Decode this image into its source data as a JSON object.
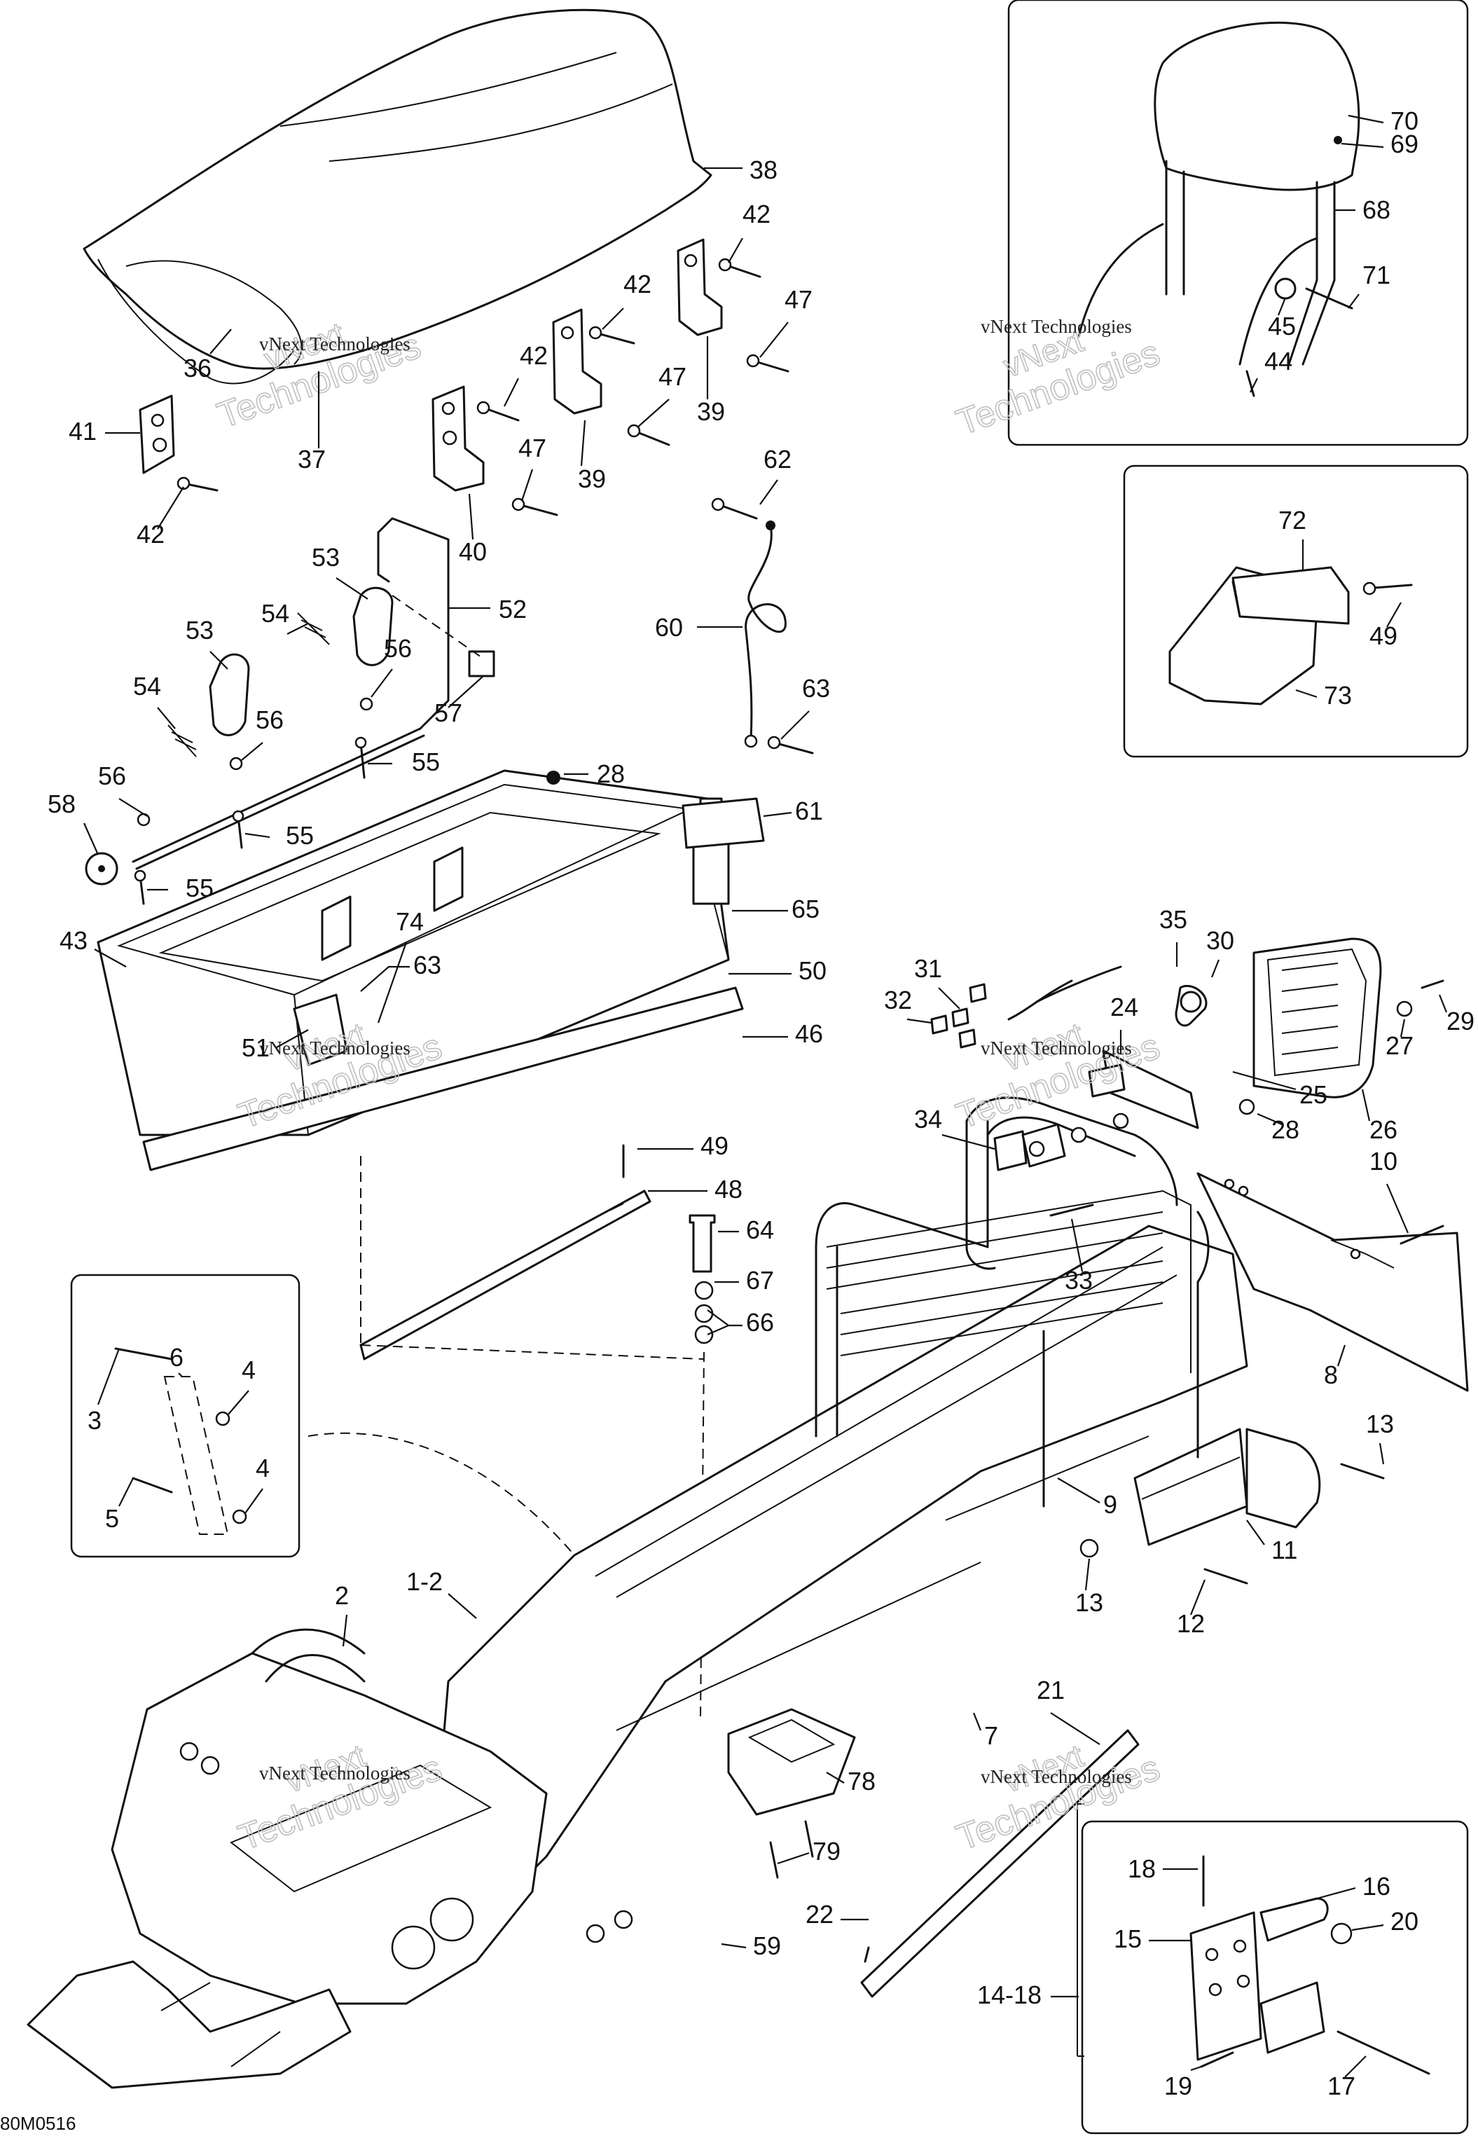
{
  "diagram": {
    "drawing_code": "80M0516",
    "watermark": {
      "line1": "vNext",
      "line2": "Technologies",
      "small": "vNext Technologies"
    },
    "callouts": [
      {
        "id": "38",
        "text": "38"
      },
      {
        "id": "36",
        "text": "36"
      },
      {
        "id": "37",
        "text": "37"
      },
      {
        "id": "41",
        "text": "41"
      },
      {
        "id": "42a",
        "text": "42"
      },
      {
        "id": "42b",
        "text": "42"
      },
      {
        "id": "42c",
        "text": "42"
      },
      {
        "id": "42d",
        "text": "42"
      },
      {
        "id": "47a",
        "text": "47"
      },
      {
        "id": "47b",
        "text": "47"
      },
      {
        "id": "47c",
        "text": "47"
      },
      {
        "id": "39a",
        "text": "39"
      },
      {
        "id": "39b",
        "text": "39"
      },
      {
        "id": "40",
        "text": "40"
      },
      {
        "id": "62",
        "text": "62"
      },
      {
        "id": "60",
        "text": "60"
      },
      {
        "id": "63a",
        "text": "63"
      },
      {
        "id": "53a",
        "text": "53"
      },
      {
        "id": "53b",
        "text": "53"
      },
      {
        "id": "52",
        "text": "52"
      },
      {
        "id": "54a",
        "text": "54"
      },
      {
        "id": "54b",
        "text": "54"
      },
      {
        "id": "56a",
        "text": "56"
      },
      {
        "id": "56b",
        "text": "56"
      },
      {
        "id": "56c",
        "text": "56"
      },
      {
        "id": "57",
        "text": "57"
      },
      {
        "id": "55a",
        "text": "55"
      },
      {
        "id": "55b",
        "text": "55"
      },
      {
        "id": "55c",
        "text": "55"
      },
      {
        "id": "58",
        "text": "58"
      },
      {
        "id": "28a",
        "text": "28"
      },
      {
        "id": "61",
        "text": "61"
      },
      {
        "id": "65",
        "text": "65"
      },
      {
        "id": "43",
        "text": "43"
      },
      {
        "id": "74",
        "text": "74"
      },
      {
        "id": "63b",
        "text": "63"
      },
      {
        "id": "50",
        "text": "50"
      },
      {
        "id": "51",
        "text": "51"
      },
      {
        "id": "46",
        "text": "46"
      },
      {
        "id": "49a",
        "text": "49"
      },
      {
        "id": "48",
        "text": "48"
      },
      {
        "id": "64",
        "text": "64"
      },
      {
        "id": "67",
        "text": "67"
      },
      {
        "id": "66",
        "text": "66"
      },
      {
        "id": "3",
        "text": "3"
      },
      {
        "id": "6",
        "text": "6"
      },
      {
        "id": "4a",
        "text": "4"
      },
      {
        "id": "4b",
        "text": "4"
      },
      {
        "id": "5",
        "text": "5"
      },
      {
        "id": "2",
        "text": "2"
      },
      {
        "id": "1-2",
        "text": "1-2"
      },
      {
        "id": "70",
        "text": "70"
      },
      {
        "id": "69",
        "text": "69"
      },
      {
        "id": "68",
        "text": "68"
      },
      {
        "id": "71",
        "text": "71"
      },
      {
        "id": "45",
        "text": "45"
      },
      {
        "id": "44",
        "text": "44"
      },
      {
        "id": "72",
        "text": "72"
      },
      {
        "id": "49b",
        "text": "49"
      },
      {
        "id": "73",
        "text": "73"
      },
      {
        "id": "35",
        "text": "35"
      },
      {
        "id": "30",
        "text": "30"
      },
      {
        "id": "31",
        "text": "31"
      },
      {
        "id": "32",
        "text": "32"
      },
      {
        "id": "24",
        "text": "24"
      },
      {
        "id": "29",
        "text": "29"
      },
      {
        "id": "27",
        "text": "27"
      },
      {
        "id": "25",
        "text": "25"
      },
      {
        "id": "26",
        "text": "26"
      },
      {
        "id": "28b",
        "text": "28"
      },
      {
        "id": "34",
        "text": "34"
      },
      {
        "id": "33",
        "text": "33"
      },
      {
        "id": "10",
        "text": "10"
      },
      {
        "id": "8",
        "text": "8"
      },
      {
        "id": "13a",
        "text": "13"
      },
      {
        "id": "9",
        "text": "9"
      },
      {
        "id": "11",
        "text": "11"
      },
      {
        "id": "13b",
        "text": "13"
      },
      {
        "id": "12",
        "text": "12"
      },
      {
        "id": "21",
        "text": "21"
      },
      {
        "id": "7",
        "text": "7"
      },
      {
        "id": "78",
        "text": "78"
      },
      {
        "id": "79",
        "text": "79"
      },
      {
        "id": "22",
        "text": "22"
      },
      {
        "id": "59",
        "text": "59"
      },
      {
        "id": "18",
        "text": "18"
      },
      {
        "id": "16",
        "text": "16"
      },
      {
        "id": "15",
        "text": "15"
      },
      {
        "id": "20",
        "text": "20"
      },
      {
        "id": "14-18",
        "text": "14-18"
      },
      {
        "id": "19",
        "text": "19"
      },
      {
        "id": "17",
        "text": "17"
      }
    ]
  }
}
